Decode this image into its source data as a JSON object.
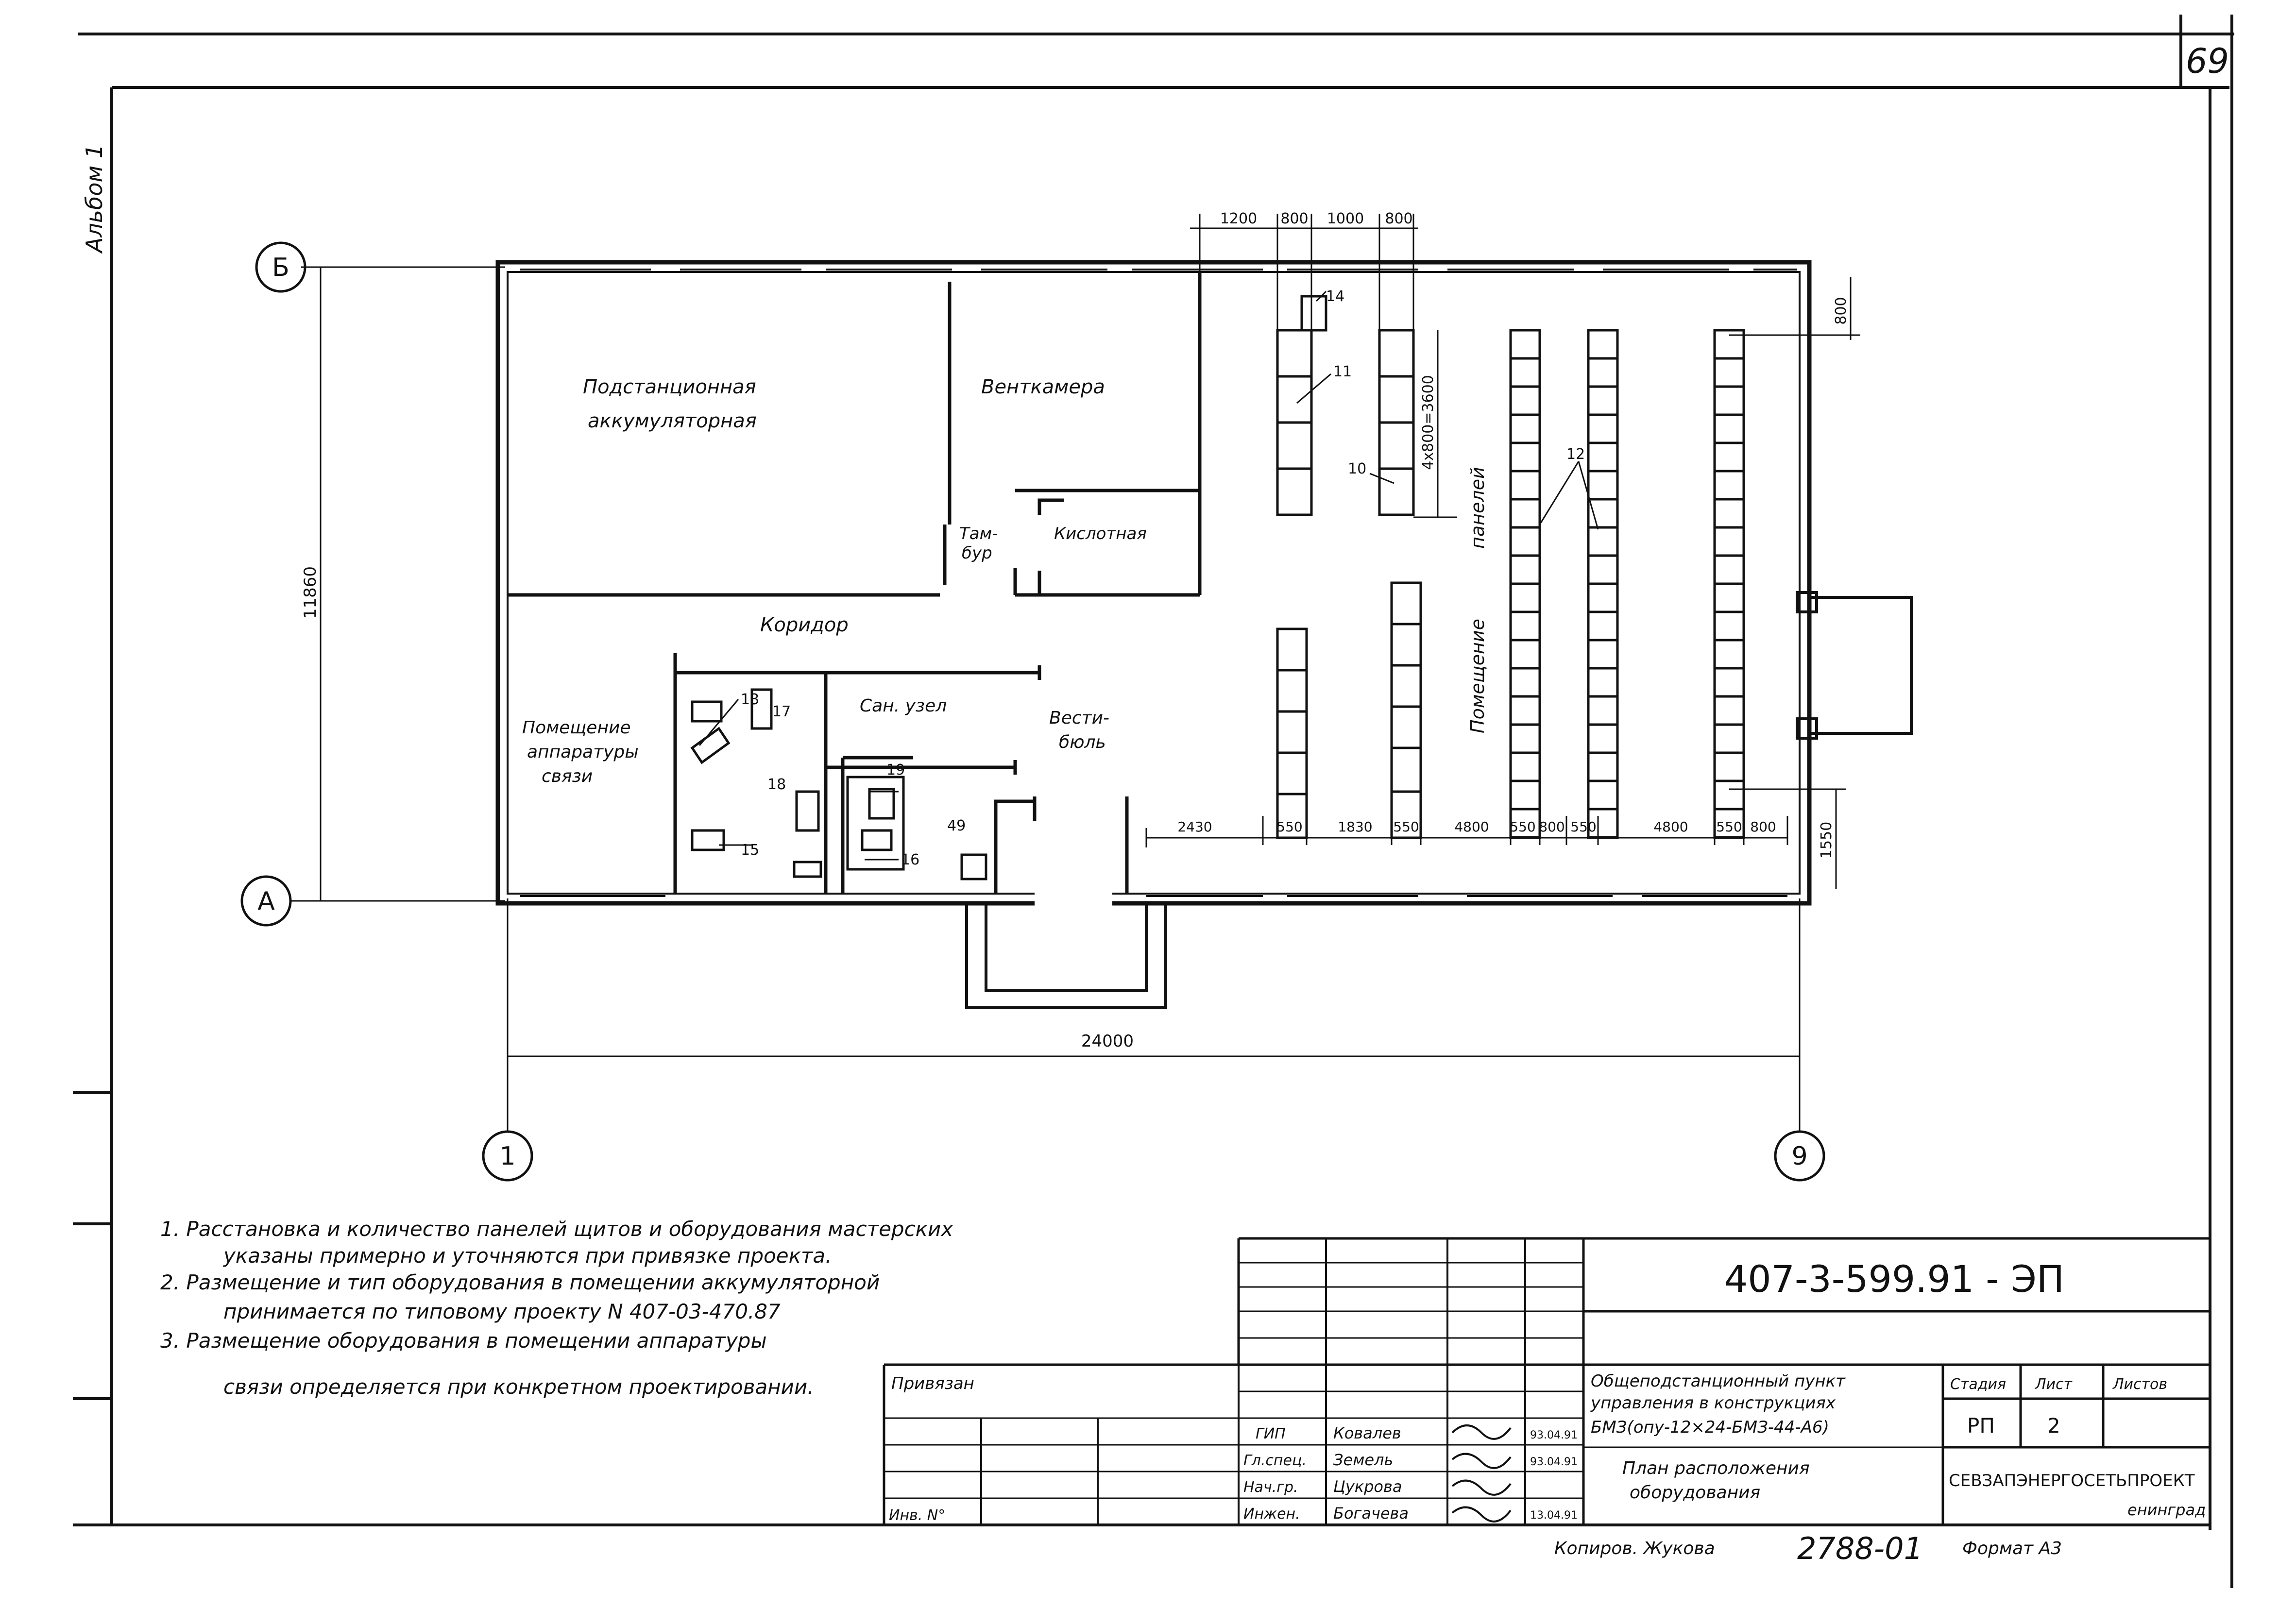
{
  "sheet": {
    "page_number": "69",
    "album_label": "Альбом 1"
  },
  "axes": {
    "row_b": "Б",
    "row_a": "А",
    "col_1": "1",
    "col_9": "9"
  },
  "dimensions": {
    "total_width": "24000",
    "total_depth": "11860",
    "top_1": "1200",
    "top_2": "800",
    "top_3": "1000",
    "top_4": "800",
    "right_top": "800",
    "panel_row": "4x800=3600",
    "right_bottom": "1550",
    "bottom_row": [
      "2430",
      "550",
      "1830",
      "550",
      "4800",
      "550",
      "800",
      "550",
      "4800",
      "550",
      "800"
    ]
  },
  "rooms": {
    "battery_line1": "Подстанционная",
    "battery_line2": "аккумуляторная",
    "ventchamber": "Венткамера",
    "tambour_line1": "Там-",
    "tambour_line2": "бур",
    "acid": "Кислотная",
    "corridor": "Коридор",
    "comms_line1": "Помещение",
    "comms_line2": "аппаратуры",
    "comms_line3": "связи",
    "wc": "Сан. узел",
    "vestibule_line1": "Вести-",
    "vestibule_line2": "бюль",
    "panels_room_line1": "Помещение",
    "panels_room_line2": "панелей"
  },
  "equipment_marks": {
    "m14": "14",
    "m11": "11",
    "m10": "10",
    "m12": "12",
    "m13": "13",
    "m17": "17",
    "m18": "18",
    "m15": "15",
    "m19": "19",
    "m16": "16",
    "m49": "49"
  },
  "notes": [
    "1. Расстановка и количество панелей щитов и оборудования мастерских",
    "указаны примерно и уточняются при привязке проекта.",
    "2. Размещение и тип оборудования в помещении аккумуляторной",
    "принимается по типовому проекту N 407-03-470.87",
    "3. Размещение оборудования в помещении аппаратуры",
    "связи определяется при конкретном проектировании."
  ],
  "title_block": {
    "doc_number": "407-3-599.91 - ЭП",
    "bound_label": "Привязан",
    "inv_label": "Инв. N°",
    "roles": [
      "ГИП",
      "Гл.спец.",
      "Нач.гр.",
      "Инжен."
    ],
    "names": [
      "Ковалев",
      "Земель",
      "Цукрова",
      "Богачева"
    ],
    "dates": [
      "93.04.91",
      "93.04.91",
      "",
      "13.04.91"
    ],
    "project_title_line1": "Общеподстанционный пункт",
    "project_title_line2": "управления в конструкциях",
    "project_title_line3": "БМЗ(опу-12×24-БМЗ-44-А6)",
    "sheet_title_line1": "План расположения",
    "sheet_title_line2": "оборудования",
    "stage_label": "Стадия",
    "sheet_label": "Лист",
    "sheets_label": "Листов",
    "stage_value": "РП",
    "sheet_value": "2",
    "organization_line1": "СЕВЗАПЭНЕРГОСЕТЬПРОЕКТ",
    "organization_line2": "енинград"
  },
  "footer": {
    "copied_by": "Копиров. Жукова",
    "order_number": "2788-01",
    "format": "Формат А3"
  }
}
